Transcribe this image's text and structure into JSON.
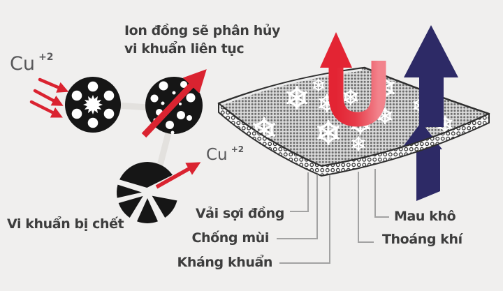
{
  "background_color": "#f0efee",
  "palette": {
    "red": "#e32433",
    "pink": "#f2838c",
    "navy": "#2d2a66",
    "ink": "#161616",
    "text_dark": "#3d3d3d",
    "text_gray": "#58585a",
    "leader_line": "#a2a2a2"
  },
  "annotations": {
    "headline": {
      "line1": "Ion đồng sẽ phân hủy",
      "line2": "vi khuẩn liên tục"
    },
    "cu_ion_top": {
      "symbol": "Cu",
      "charge": "+2"
    },
    "cu_ion_released": {
      "symbol": "Cu",
      "charge": "+2"
    },
    "dead_bacteria_label": "Vi khuẩn bị chết"
  },
  "fabric_callouts": {
    "left": [
      {
        "id": "copper-fabric",
        "label": "Vải sợi đồng"
      },
      {
        "id": "odor-resistant",
        "label": "Chống mùi"
      },
      {
        "id": "antibacterial",
        "label": "Kháng khuẩn"
      }
    ],
    "right": [
      {
        "id": "quick-dry",
        "label": "Mau khô"
      },
      {
        "id": "breathable",
        "label": "Thoáng khí"
      }
    ]
  },
  "icons": {
    "bacteria-icon": "black cell circle with white pores and star core",
    "bacteria-under-attack-icon": "black cell circle pierced by red arrow",
    "dead-bacteria-icon": "shattered black cell circle",
    "copper-ion-arrows-icon": "three red copper-ion arrows",
    "fabric-sheet-icon": "dotted fabric sheet with ring-weave edge",
    "snowflake-icon": "white sparkle snowflakes on fabric",
    "odor-return-arrow-icon": "red U-turn arrow",
    "air-up-arrow-icon": "navy upward airflow arrows"
  }
}
